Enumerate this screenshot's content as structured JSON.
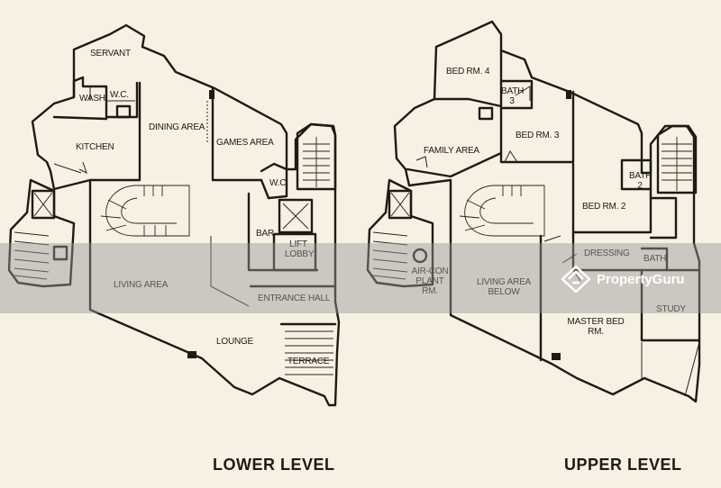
{
  "lower_level": {
    "title": "LOWER LEVEL",
    "rooms": {
      "servant": "SERVANT",
      "wash": "WASH",
      "wc_1": "W.C.",
      "dining_area": "DINING AREA",
      "games_area": "GAMES AREA",
      "kitchen": "KITCHEN",
      "wc_2": "W.C.",
      "bar": "BAR",
      "lift_lobby_line1": "LIFT",
      "lift_lobby_line2": "LOBBY",
      "living_area": "LIVING AREA",
      "entrance_hall": "ENTRANCE HALL",
      "lounge": "LOUNGE",
      "terrace": "TERRACE"
    }
  },
  "upper_level": {
    "title": "UPPER LEVEL",
    "rooms": {
      "bed_rm_4": "BED RM. 4",
      "bath_3_line1": "BATH",
      "bath_3_line2": "3",
      "bed_rm_3": "BED RM. 3",
      "family_area": "FAMILY AREA",
      "bath_2_line1": "BATH",
      "bath_2_line2": "2",
      "bed_rm_2": "BED RM. 2",
      "dressing": "DRESSING",
      "bath": "BATH",
      "air_con_line1": "AIR-CON",
      "air_con_line2": "PLANT",
      "air_con_line3": "RM.",
      "living_below_line1": "LIVING AREA",
      "living_below_line2": "BELOW",
      "study": "STUDY",
      "master_bed_line1": "MASTER BED",
      "master_bed_line2": "RM."
    }
  },
  "watermark": {
    "text": "PropertyGuru",
    "icon": "propertyguru-logo-icon"
  },
  "colors": {
    "paper": "#f6f1e3",
    "ink": "#1e1a14",
    "watermark_band": "#969696"
  }
}
